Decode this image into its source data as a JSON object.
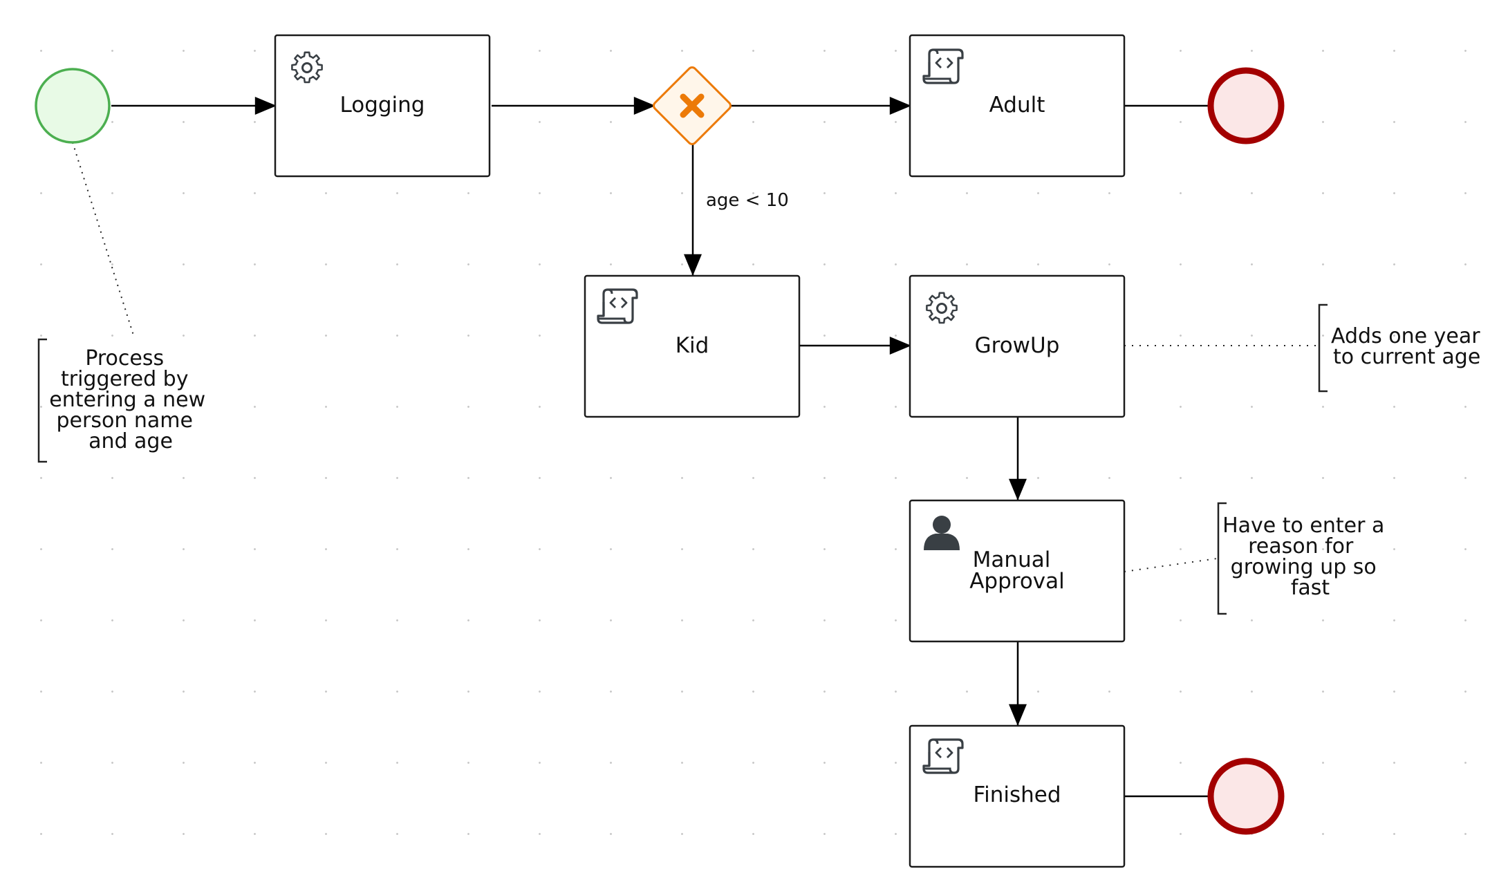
{
  "tasks": {
    "logging": {
      "label": "Logging",
      "icon": "gear-icon",
      "type": "service-task"
    },
    "adult": {
      "label": "Adult",
      "icon": "script-icon",
      "type": "script-task"
    },
    "kid": {
      "label": "Kid",
      "icon": "script-icon",
      "type": "script-task"
    },
    "growup": {
      "label": "GrowUp",
      "icon": "gear-icon",
      "type": "service-task"
    },
    "manual_approval": {
      "label_line1": "Manual",
      "label_line2": "Approval",
      "icon": "user-icon",
      "type": "user-task"
    },
    "finished": {
      "label": "Finished",
      "icon": "script-icon",
      "type": "script-task"
    }
  },
  "gateway": {
    "icon": "exclusive-gateway-x-icon",
    "color": "#ec7a08"
  },
  "edges": {
    "kid_condition": "age < 10"
  },
  "annotations": {
    "start": [
      "Process",
      "triggered by",
      "entering a new",
      "person name",
      "and age"
    ],
    "growup": [
      "Adds one year",
      "to current age"
    ],
    "approval": [
      "Have to enter a",
      "reason for",
      "growing up so",
      "fast"
    ]
  },
  "colors": {
    "start_fill": "#e8fae6",
    "start_stroke": "#4caf50",
    "end_fill": "#fbe7e7",
    "end_stroke": "#a30000",
    "gateway_fill": "#fff6ea",
    "gateway_stroke": "#ec7a08",
    "icon": "#393f44"
  }
}
